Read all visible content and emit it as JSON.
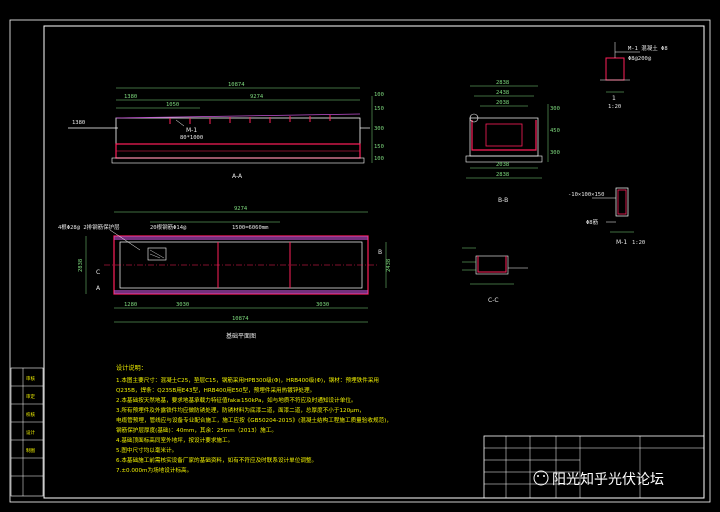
{
  "colors": {
    "background": "#000000",
    "frame": "#ffffff",
    "concrete": "#ff1f5a",
    "rebar": "#c050d0",
    "dimension": "#7fdc7f",
    "annotation": "#f2f200",
    "cyan": "#3fe0e8"
  },
  "section_aa": {
    "title": "A-A",
    "overall": "10874",
    "left": "1380",
    "mid": "1050",
    "inner": "9274",
    "tag_left": "1380",
    "label_m1": "M-1",
    "label_m1_sub": "80*1000",
    "right_dims": [
      "100",
      "150",
      "300",
      "150",
      "100"
    ]
  },
  "plan": {
    "title": "基础平面图",
    "top_dim": "9274",
    "top_note": "20根钢筋Φ14@",
    "top_note2": "1500=6060mm",
    "left_dim": "2838",
    "right_dim": "2438",
    "bottom_dims": [
      "1280",
      "3030",
      "3030"
    ],
    "overall_bottom": "10874",
    "callout": "4根Φ28@ 2排钢筋保护层",
    "mark_c": "C",
    "mark_a": "A",
    "mark_b": "B"
  },
  "section_bb": {
    "title": "B-B",
    "top_dims": [
      "2838",
      "2438",
      "2038"
    ],
    "bottom_dims": [
      "2038",
      "2838"
    ],
    "right_dims": [
      "300",
      "450",
      "300"
    ]
  },
  "section_cc": {
    "title": "C-C"
  },
  "detail_1": {
    "title": "1",
    "scale": "1:20",
    "note": "M-1 混凝土 Φ8",
    "note2": "Φ8@200@"
  },
  "detail_m1": {
    "title": "M-1",
    "scale": "1:20",
    "note": "-10×100×150",
    "note2": "Φ8筋"
  },
  "notes": {
    "heading": "设计说明：",
    "items": [
      "1.本图主要尺寸：混凝土C25，垫层C15，钢筋采用HPB300级(Φ)，HRB400级(Φ)，钢材：预埋铁件采用",
      "Q235B，焊条：Q235B用E43型，HRB400用E50型，预埋件采用热镀锌处理。",
      "2.本基础按天然地基，要求地基承载力特征值fak≥150kPa，如与地质不符应及时通知设计单位。",
      "3.所有预埋件及外露铁件均应做防锈处理，防锈材料为底漆二道，面漆二道，总厚度不小于120μm，",
      "电缆管预埋，管线应与设备专业配合施工，施工应按《GB50204-2015》(混凝土结构工程施工质量验收规范)，",
      "钢筋保护层厚度(基础)：40mm，其余：25mm（2013）施工。",
      "4.基础顶面标高同室外地坪，按设计要求施工。",
      "5.图中尺寸均以毫米计。",
      "6.本基础施工前需核实设备厂家的基础资料，如有不符应及时联系设计单位调整。",
      "7.±0.000m为场地设计标高。"
    ]
  },
  "side_stamp": {
    "rows": [
      "审核",
      "审定",
      "校核",
      "设计",
      "制图"
    ]
  },
  "title_block": {
    "rows": [
      "",
      "",
      "",
      "",
      ""
    ]
  },
  "watermark": {
    "text": "阳光知乎光伏论坛"
  }
}
